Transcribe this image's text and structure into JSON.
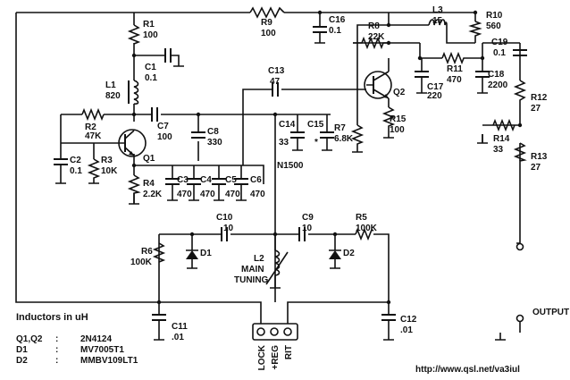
{
  "components": {
    "R1": {
      "ref": "R1",
      "value": "100"
    },
    "C1": {
      "ref": "C1",
      "value": "0.1"
    },
    "L1": {
      "ref": "L1",
      "value": "820"
    },
    "R2": {
      "ref": "R2",
      "value": "47K"
    },
    "C7": {
      "ref": "C7",
      "value": "100"
    },
    "C2": {
      "ref": "C2",
      "value": "0.1"
    },
    "R3": {
      "ref": "R3",
      "value": "10K"
    },
    "Q1": {
      "ref": "Q1"
    },
    "R4": {
      "ref": "R4",
      "value": "2.2K"
    },
    "C3": {
      "ref": "C3",
      "value": "470"
    },
    "C4": {
      "ref": "C4",
      "value": "470"
    },
    "C5": {
      "ref": "C5",
      "value": "470"
    },
    "C6": {
      "ref": "C6",
      "value": "470"
    },
    "C8": {
      "ref": "C8",
      "value": "330"
    },
    "C13": {
      "ref": "C13",
      "value": "47"
    },
    "C14": {
      "ref": "C14",
      "value": "33"
    },
    "C15": {
      "ref": "C15",
      "value": "*"
    },
    "N1500": {
      "ref": "N1500"
    },
    "R9": {
      "ref": "R9",
      "value": "100"
    },
    "C16": {
      "ref": "C16",
      "value": "0.1"
    },
    "R8": {
      "ref": "R8",
      "value": "22K"
    },
    "L3": {
      "ref": "L3",
      "value": "15"
    },
    "R10": {
      "ref": "R10",
      "value": "560"
    },
    "C19": {
      "ref": "C19",
      "value": "0.1"
    },
    "R11": {
      "ref": "R11",
      "value": "470"
    },
    "C17": {
      "ref": "C17",
      "value": "220"
    },
    "C18": {
      "ref": "C18",
      "value": "2200"
    },
    "Q2": {
      "ref": "Q2"
    },
    "R7": {
      "ref": "R7",
      "value": "6.8K"
    },
    "R15": {
      "ref": "R15",
      "value": "100"
    },
    "R12": {
      "ref": "R12",
      "value": "27"
    },
    "R14": {
      "ref": "R14",
      "value": "33"
    },
    "R13": {
      "ref": "R13",
      "value": "27"
    },
    "C10": {
      "ref": "C10",
      "value": "10"
    },
    "C9": {
      "ref": "C9",
      "value": "10"
    },
    "R5": {
      "ref": "R5",
      "value": "100K"
    },
    "R6": {
      "ref": "R6",
      "value": "100K"
    },
    "D1": {
      "ref": "D1"
    },
    "D2": {
      "ref": "D2"
    },
    "L2": {
      "ref": "L2",
      "line1": "MAIN",
      "line2": "TUNING"
    },
    "C11": {
      "ref": "C11",
      "value": ".01"
    },
    "C12": {
      "ref": "C12",
      "value": ".01"
    }
  },
  "output_label": "OUTPUT",
  "connector_pins": [
    "LOCK",
    "+REG",
    "RIT"
  ],
  "inductor_note": "Inductors in uH",
  "parts_list": [
    {
      "ref": "Q1,Q2",
      "sep": ":",
      "part": "2N4124"
    },
    {
      "ref": "D1",
      "sep": ":",
      "part": "MV7005T1"
    },
    {
      "ref": "D2",
      "sep": ":",
      "part": "MMBV109LT1"
    }
  ],
  "url": "http://www.qsl.net/va3iul"
}
